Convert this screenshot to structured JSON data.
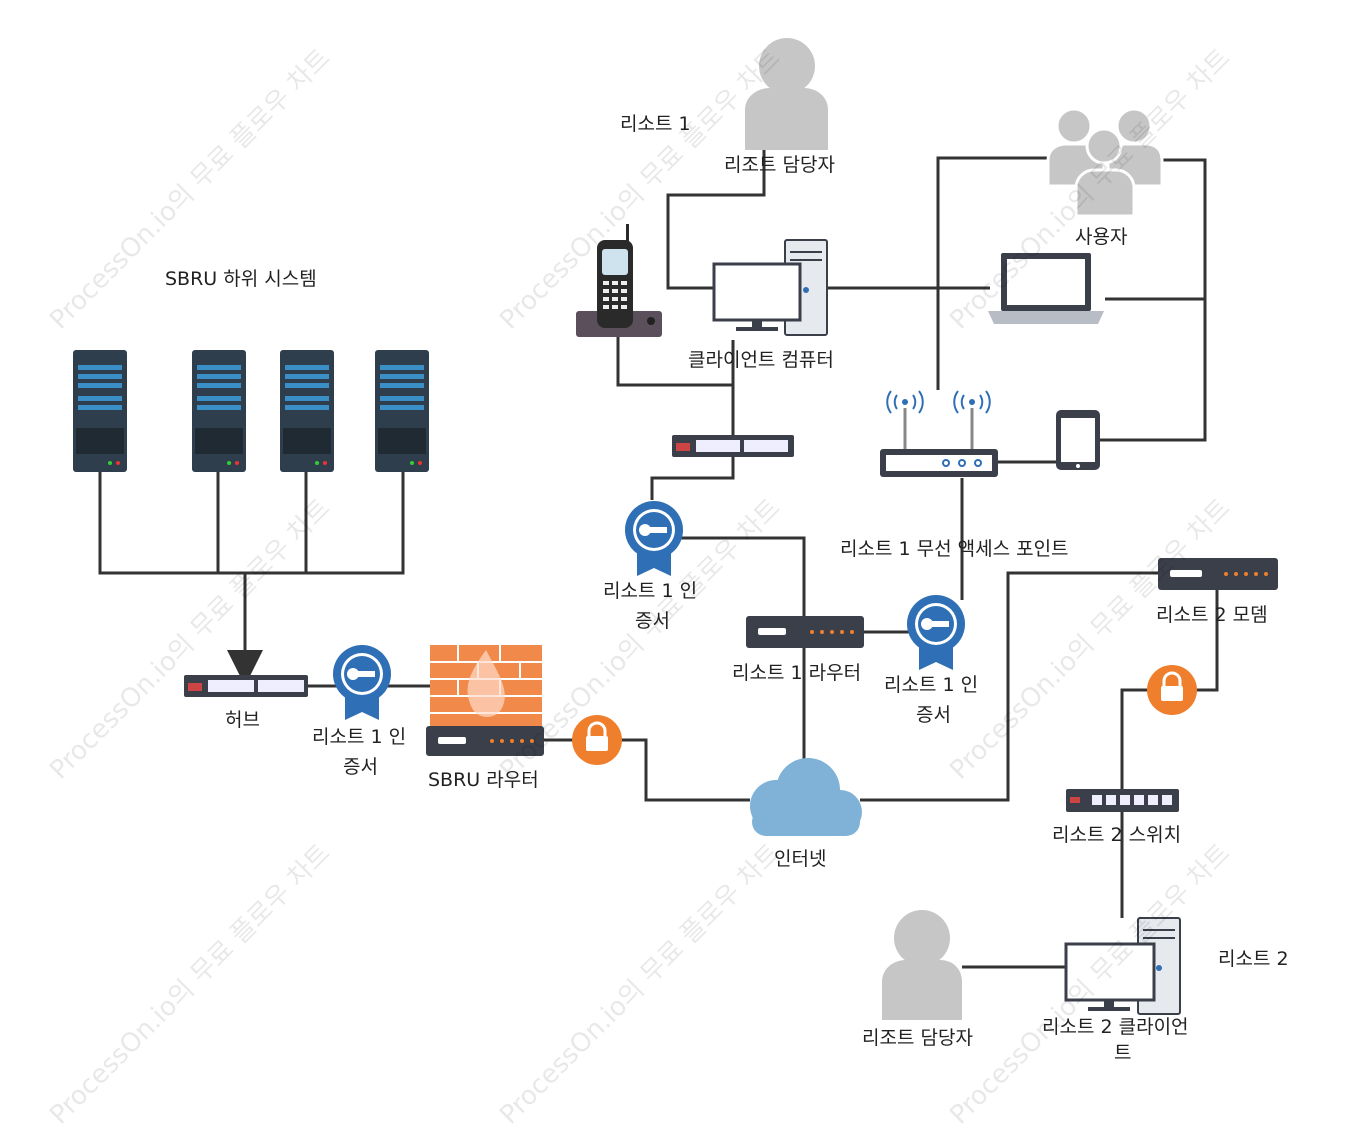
{
  "labels": {
    "sbru_subsystem": "SBRU 하위 시스템",
    "hub": "허브",
    "cert_left_1": "리소트 1 인",
    "cert_left_2": "증서",
    "sbru_router": "SBRU 라우터",
    "internet": "인터넷",
    "resort1": "리소트 1",
    "resort_manager_top": "리조트 담당자",
    "client_computer": "클라이언트 컴퓨터",
    "users": "사용자",
    "cert_mid_1": "리소트 1 인",
    "cert_mid_2": "증서",
    "resort1_router": "리소트 1 라우터",
    "cert_right_1": "리소트 1 인",
    "cert_right_2": "증서",
    "resort1_ap": "리소트 1 무선 액세스 포인트",
    "resort2_modem": "리소트 2 모뎀",
    "resort2_switch": "리소트 2 스위치",
    "resort_manager_bottom": "리조트 담당자",
    "resort2_client_1": "리소트 2 클라이언",
    "resort2_client_2": "트",
    "resort2": "리소트 2"
  },
  "watermark": "ProcessOn.io의 무료 플로우 차트",
  "icons": {
    "servers": "rack-server-icon",
    "hub": "hub-icon",
    "certificate": "key-certificate-badge-icon",
    "firewall": "firewall-icon",
    "router": "router-icon",
    "lock": "padlock-icon",
    "cloud": "cloud-icon",
    "person": "person-icon",
    "group": "user-group-icon",
    "desktop": "desktop-computer-icon",
    "laptop": "laptop-icon",
    "phone": "cordless-phone-icon",
    "wireless_ap": "wireless-access-point-icon",
    "tablet": "tablet-icon",
    "modem": "modem-icon",
    "switch": "network-switch-icon"
  },
  "colors": {
    "line": "#333333",
    "server_body": "#2e3e4c",
    "server_accent": "#3a8fc7",
    "cert_blue": "#2f6fb5",
    "lock_orange": "#f07f2d",
    "firewall_orange": "#f0894a",
    "cloud_blue": "#7fb2d6",
    "person_gray": "#c6c6c6",
    "device_dark": "#3b3f4a"
  }
}
